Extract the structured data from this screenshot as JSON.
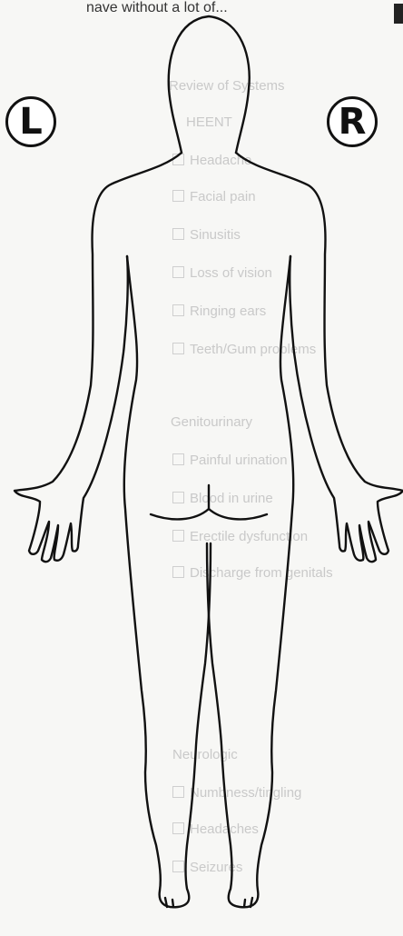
{
  "side_labels": {
    "left": "L",
    "right": "R"
  },
  "top_text": "nave without a lot of...",
  "bleed_text": [
    "Review of Systems",
    "HEENT",
    "Headache",
    "Facial pain",
    "Sinusitis",
    "Loss of vision",
    "Ringing ears",
    "Teeth/Gum problems",
    "Genitourinary",
    "Painful urination",
    "Blood in urine",
    "Erectile dysfunction",
    "Discharge from genitals",
    "Neurologic",
    "Numbness/tingling",
    "Headaches",
    "Seizures"
  ]
}
